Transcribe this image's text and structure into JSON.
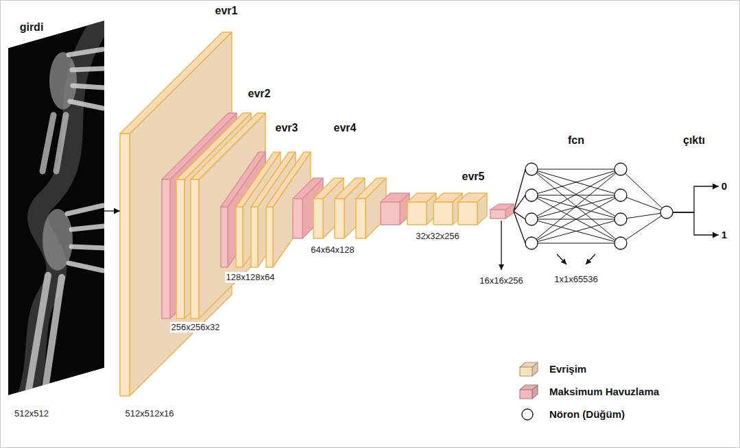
{
  "diagram": {
    "nodes": [
      {
        "text": [
          "girdi",
          "512x512"
        ]
      },
      {
        "text": [
          "evr1",
          "512x512x16"
        ]
      },
      {
        "text": [
          "evr2",
          "256x256x32"
        ]
      },
      {
        "text": [
          "evr3",
          "128x128x64"
        ]
      },
      {
        "text": [
          "evr4",
          "64x64x128"
        ]
      },
      {
        "text": [
          "evr5",
          "32x32x256"
        ]
      },
      {
        "text": [
          "16x16x256"
        ]
      },
      {
        "text": [
          "fcn",
          "1x1x65536"
        ]
      },
      {
        "text": [
          "0"
        ]
      },
      {
        "text": [
          "1"
        ]
      }
    ],
    "edges": [
      {
        "from": 0,
        "to": 1,
        "arrow": "to"
      },
      {
        "from": 6,
        "to": 7,
        "arrow": "none"
      },
      {
        "from": 7,
        "to": 8,
        "arrow": "to"
      },
      {
        "from": 7,
        "to": 9,
        "arrow": "to"
      }
    ],
    "labels": [
      "çıktı"
    ],
    "legend": [
      {
        "text": "Evrişim",
        "color": "#fbe2bf"
      },
      {
        "text": "Maksimum Havuzlama",
        "color": "#f3b9bc"
      },
      {
        "text": "Nöron (Düğüm)"
      }
    ]
  }
}
